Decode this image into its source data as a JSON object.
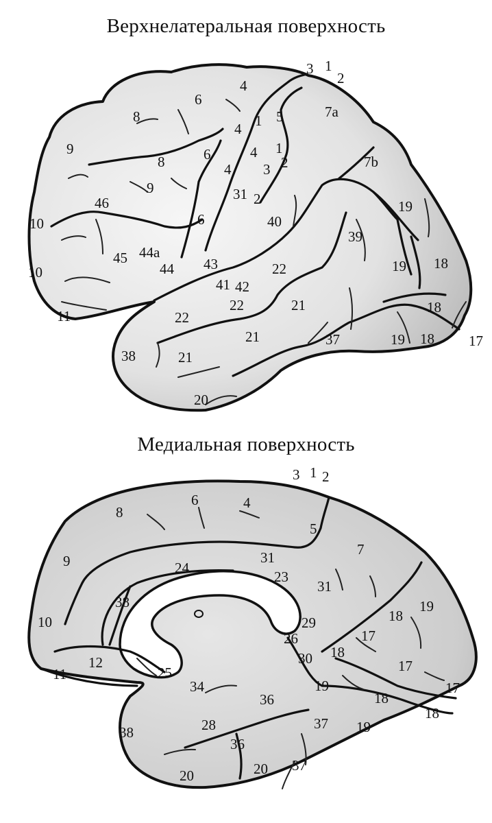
{
  "titles": {
    "lateral": "Верхнелатеральная поверхность",
    "medial": "Медиальная поверхность"
  },
  "lateral_labels": [
    {
      "id": "l1",
      "text": "3"
    },
    {
      "id": "l2",
      "text": "1"
    },
    {
      "id": "l3",
      "text": "2"
    },
    {
      "id": "l4",
      "text": "4"
    },
    {
      "id": "l5",
      "text": "6"
    },
    {
      "id": "l6",
      "text": "7a"
    },
    {
      "id": "l7",
      "text": "1"
    },
    {
      "id": "l8",
      "text": "5"
    },
    {
      "id": "l9",
      "text": "8"
    },
    {
      "id": "l10",
      "text": "4"
    },
    {
      "id": "l11",
      "text": "9"
    },
    {
      "id": "l12",
      "text": "6"
    },
    {
      "id": "l13",
      "text": "4"
    },
    {
      "id": "l14",
      "text": "1"
    },
    {
      "id": "l15",
      "text": "2"
    },
    {
      "id": "l16",
      "text": "8"
    },
    {
      "id": "l17",
      "text": "7b"
    },
    {
      "id": "l18",
      "text": "3"
    },
    {
      "id": "l19",
      "text": "4"
    },
    {
      "id": "l20",
      "text": "9"
    },
    {
      "id": "l21",
      "text": "31"
    },
    {
      "id": "l22",
      "text": "2"
    },
    {
      "id": "l23",
      "text": "46"
    },
    {
      "id": "l24",
      "text": "19"
    },
    {
      "id": "l25",
      "text": "10"
    },
    {
      "id": "l26",
      "text": "6"
    },
    {
      "id": "l27",
      "text": "40"
    },
    {
      "id": "l28",
      "text": "39"
    },
    {
      "id": "l29",
      "text": "45"
    },
    {
      "id": "l30",
      "text": "44a"
    },
    {
      "id": "l31",
      "text": "43"
    },
    {
      "id": "l32",
      "text": "19"
    },
    {
      "id": "l33",
      "text": "18"
    },
    {
      "id": "l34",
      "text": "10"
    },
    {
      "id": "l35",
      "text": "44"
    },
    {
      "id": "l36",
      "text": "22"
    },
    {
      "id": "l37",
      "text": "41"
    },
    {
      "id": "l38",
      "text": "42"
    },
    {
      "id": "l39",
      "text": "22"
    },
    {
      "id": "l40",
      "text": "21"
    },
    {
      "id": "l41",
      "text": "18"
    },
    {
      "id": "l42",
      "text": "11"
    },
    {
      "id": "l43",
      "text": "22"
    },
    {
      "id": "l44",
      "text": "21"
    },
    {
      "id": "l45",
      "text": "37"
    },
    {
      "id": "l46",
      "text": "19"
    },
    {
      "id": "l47",
      "text": "18"
    },
    {
      "id": "l48",
      "text": "17"
    },
    {
      "id": "l49",
      "text": "38"
    },
    {
      "id": "l50",
      "text": "21"
    },
    {
      "id": "l51",
      "text": "20"
    }
  ],
  "medial_labels": [
    {
      "id": "m1",
      "text": "3"
    },
    {
      "id": "m2",
      "text": "1"
    },
    {
      "id": "m3",
      "text": "2"
    },
    {
      "id": "m4",
      "text": "6"
    },
    {
      "id": "m5",
      "text": "4"
    },
    {
      "id": "m6",
      "text": "8"
    },
    {
      "id": "m7",
      "text": "5"
    },
    {
      "id": "m8",
      "text": "9"
    },
    {
      "id": "m9",
      "text": "31"
    },
    {
      "id": "m10",
      "text": "7"
    },
    {
      "id": "m11",
      "text": "24"
    },
    {
      "id": "m12",
      "text": "23"
    },
    {
      "id": "m13",
      "text": "31"
    },
    {
      "id": "m14",
      "text": "38"
    },
    {
      "id": "m15",
      "text": "19"
    },
    {
      "id": "m16",
      "text": "18"
    },
    {
      "id": "m17",
      "text": "29"
    },
    {
      "id": "m18",
      "text": "10"
    },
    {
      "id": "m19",
      "text": "26"
    },
    {
      "id": "m20",
      "text": "17"
    },
    {
      "id": "m21",
      "text": "18"
    },
    {
      "id": "m22",
      "text": "30"
    },
    {
      "id": "m23",
      "text": "12"
    },
    {
      "id": "m24",
      "text": "17"
    },
    {
      "id": "m25",
      "text": "11"
    },
    {
      "id": "m26",
      "text": "25"
    },
    {
      "id": "m27",
      "text": "19"
    },
    {
      "id": "m28",
      "text": "17"
    },
    {
      "id": "m29",
      "text": "34"
    },
    {
      "id": "m30",
      "text": "18"
    },
    {
      "id": "m31",
      "text": "36"
    },
    {
      "id": "m32",
      "text": "18"
    },
    {
      "id": "m33",
      "text": "38"
    },
    {
      "id": "m34",
      "text": "28"
    },
    {
      "id": "m35",
      "text": "37"
    },
    {
      "id": "m36",
      "text": "19"
    },
    {
      "id": "m37",
      "text": "36"
    },
    {
      "id": "m38",
      "text": "20"
    },
    {
      "id": "m39",
      "text": "37"
    },
    {
      "id": "m40",
      "text": "20"
    }
  ],
  "colors": {
    "ink": "#111111",
    "cortex_light": "#f4f4f4",
    "cortex_dark": "#a8a8a8"
  }
}
